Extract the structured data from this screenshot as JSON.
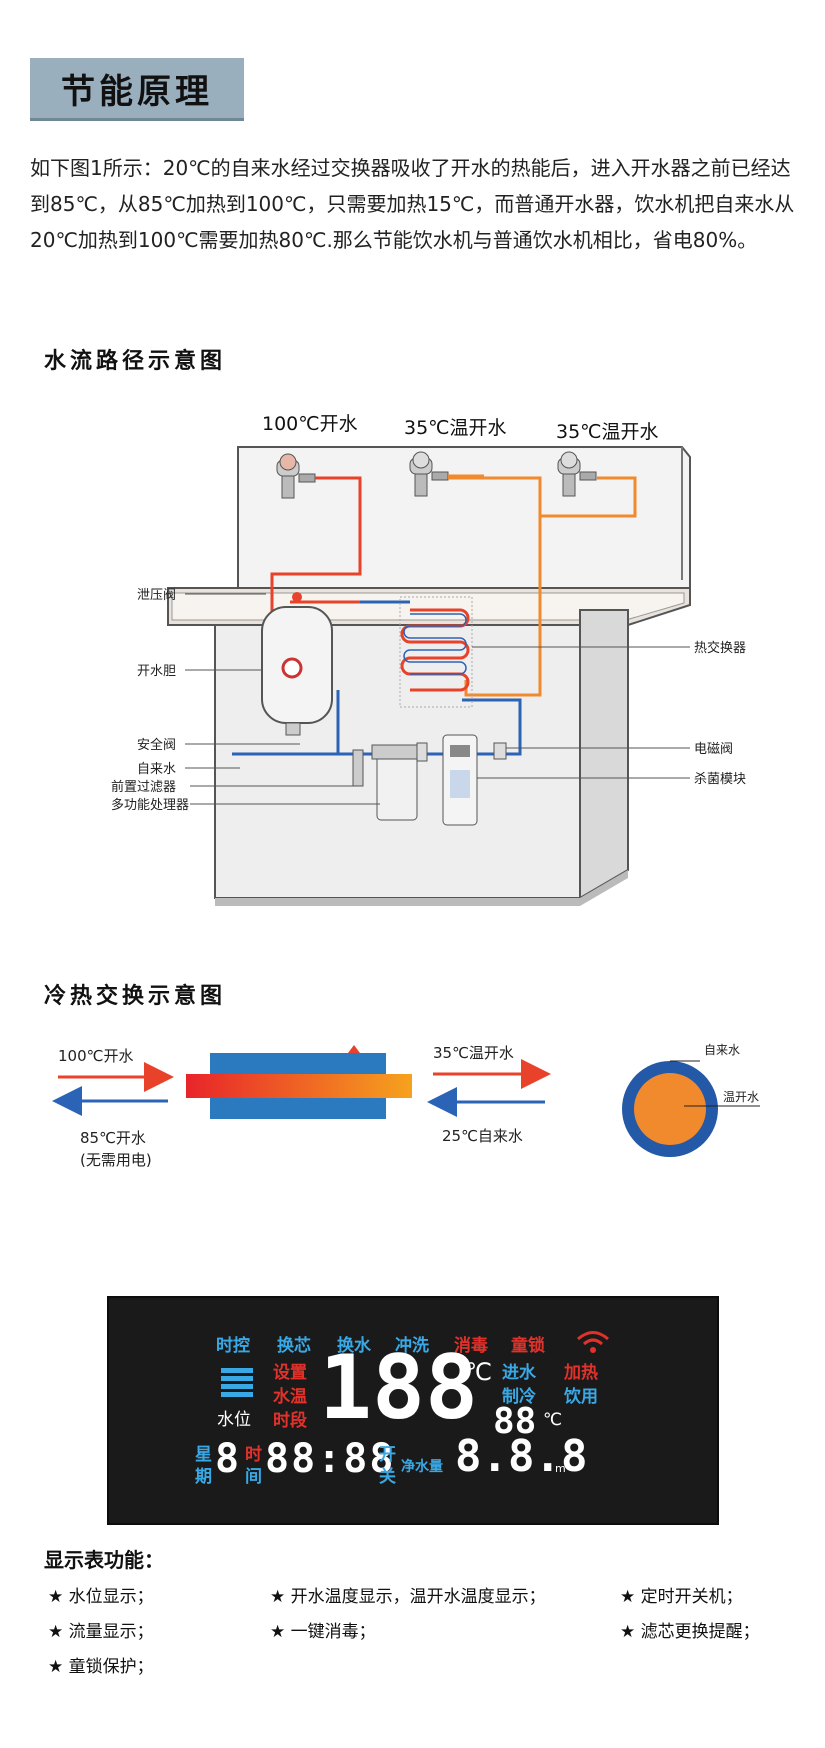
{
  "header": {
    "title": "节能原理"
  },
  "intro": {
    "text": "如下图1所示：20℃的自来水经过交换器吸收了开水的热能后，进入开水器之前已经达到85℃，从85℃加热到100℃，只需要加热15℃，而普通开水器，饮水机把自来水从20℃加热到100℃需要加热80℃.那么节能饮水机与普通饮水机相比，省电80%。"
  },
  "flow": {
    "title": "水流路径示意图",
    "top_labels": [
      "100℃开水",
      "35℃温开水",
      "35℃温开水"
    ],
    "left_labels": [
      "泄压阀",
      "开水胆",
      "安全阀",
      "自来水",
      "前置过滤器",
      "多功能处理器"
    ],
    "right_labels": [
      "热交换器",
      "电磁阀",
      "杀菌模块"
    ]
  },
  "exchange": {
    "title": "冷热交换示意图",
    "hot_in": "100℃开水",
    "hot_out": "85℃开水",
    "hot_out_note": "(无需用电)",
    "warm_out": "35℃温开水",
    "cold_in": "25℃自来水",
    "circle_outer": "自来水",
    "circle_inner": "温开水"
  },
  "lcd": {
    "row1": [
      "时控",
      "换芯",
      "换水",
      "冲洗",
      "消毒",
      "童锁"
    ],
    "setting": [
      "设置",
      "水温",
      "时段"
    ],
    "water_level": "水位",
    "big_temp": "188",
    "unit_c": "℃",
    "right_top": [
      "进水",
      "加热",
      "制冷",
      "饮用"
    ],
    "small_temp": "88",
    "week": [
      "星",
      "期"
    ],
    "week_digit": "8",
    "time_label": [
      "时",
      "间"
    ],
    "clock": "88:88",
    "onoff": [
      "开",
      "关"
    ],
    "net_water": "净水量",
    "volume": "8.8.8",
    "unit_m3": "m³"
  },
  "features": {
    "title": "显示表功能：",
    "items": [
      "★ 水位显示；",
      "★ 开水温度显示，温开水温度显示；",
      "★ 定时开关机；",
      "★ 流量显示；",
      "★ 一键消毒；",
      "★ 滤芯更换提醒；",
      "★ 童锁保护；"
    ]
  },
  "colors": {
    "hot": "#e8422a",
    "cold": "#2b63b6",
    "pipe_orange": "#f08a2c",
    "title_bg": "#9aafbe",
    "lcd_bg": "#1b1a1a"
  }
}
